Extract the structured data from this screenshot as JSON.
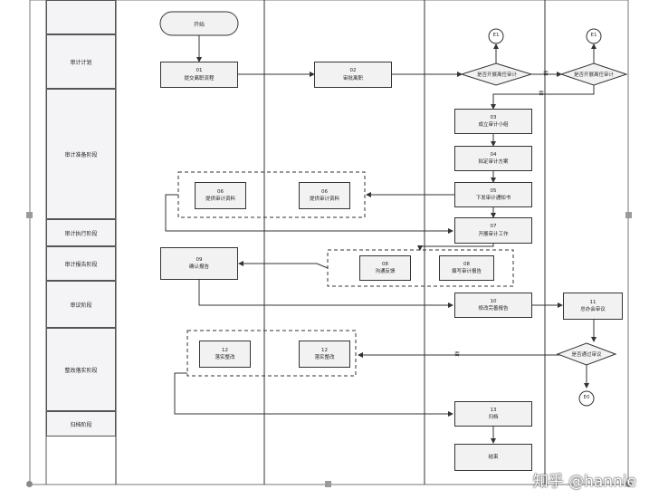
{
  "phases": [
    "",
    "审计计划",
    "审计准备阶段",
    "审计执行阶段",
    "审计报告阶段",
    "审议阶段",
    "整改落实阶段",
    "归档阶段"
  ],
  "start": "开始",
  "steps": {
    "s01": {
      "num": "01",
      "text": "提交离职流程"
    },
    "s02": {
      "num": "02",
      "text": "审批离职"
    },
    "s03": {
      "num": "03",
      "text": "成立审计小组"
    },
    "s04": {
      "num": "04",
      "text": "拟定审计方案"
    },
    "s05": {
      "num": "05",
      "text": "下发审计通知书"
    },
    "s06a": {
      "num": "06",
      "text": "提供审计资料"
    },
    "s06b": {
      "num": "06",
      "text": "提供审计资料"
    },
    "s07": {
      "num": "07",
      "text": "开展审计工作"
    },
    "s08a": {
      "num": "08",
      "text": "沟通反馈"
    },
    "s08b": {
      "num": "08",
      "text": "撰写审计报告"
    },
    "s09": {
      "num": "09",
      "text": "确认报告"
    },
    "s10": {
      "num": "10",
      "text": "修改完善报告"
    },
    "s11": {
      "num": "11",
      "text": "总办会审议"
    },
    "s12a": {
      "num": "12",
      "text": "落实整改"
    },
    "s12b": {
      "num": "12",
      "text": "落实整改"
    },
    "s13": {
      "num": "13",
      "text": "归档"
    },
    "end": {
      "num": "",
      "text": "结束"
    }
  },
  "decisions": {
    "d1": "是否开展离任审计",
    "d2": "是否开展离任审计",
    "d3": "是否通过审议"
  },
  "connectors": {
    "c1": "E1",
    "c2": "E1",
    "c3": "E0"
  },
  "branch_labels": {
    "no1": "否",
    "no2": "否",
    "no3": "否"
  },
  "watermark": "知乎 @hannie"
}
